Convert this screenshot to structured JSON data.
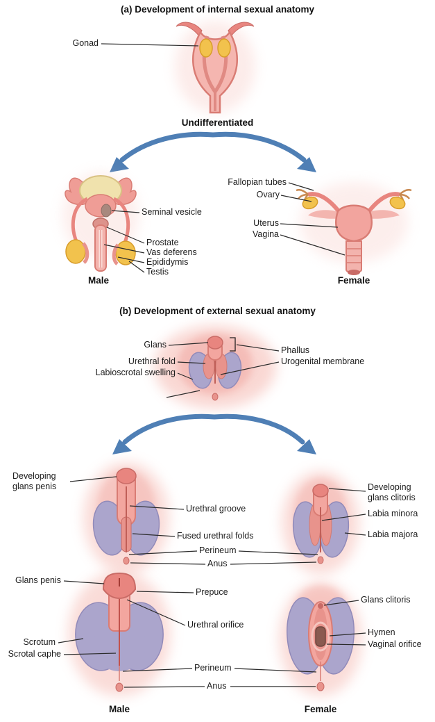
{
  "section_a": {
    "title": "(a) Development of internal sexual anatomy",
    "undifferentiated": {
      "gonad": "Gonad",
      "caption": "Undifferentiated"
    },
    "male": {
      "seminal_vesicle": "Seminal vesicle",
      "prostate": "Prostate",
      "vas_deferens": "Vas deferens",
      "epididymis": "Epididymis",
      "testis": "Testis",
      "caption": "Male"
    },
    "female": {
      "fallopian_tubes": "Fallopian tubes",
      "ovary": "Ovary",
      "uterus": "Uterus",
      "vagina": "Vagina",
      "caption": "Female"
    }
  },
  "section_b": {
    "title": "(b) Development of external sexual anatomy",
    "undifferentiated": {
      "glans": "Glans",
      "urethral_fold": "Urethral fold",
      "labioscrotal_swelling": "Labioscrotal swelling",
      "phallus": "Phallus",
      "urogenital_membrane": "Urogenital membrane"
    },
    "developing": {
      "male_glans": "Developing glans penis",
      "urethral_groove": "Urethral groove",
      "fused_urethral_folds": "Fused urethral folds",
      "perineum": "Perineum",
      "anus": "Anus",
      "female_glans": "Developing glans clitoris",
      "labia_minora": "Labia minora",
      "labia_majora": "Labia majora"
    },
    "mature": {
      "glans_penis": "Glans penis",
      "prepuce": "Prepuce",
      "urethral_orifice": "Urethral orifice",
      "scrotum": "Scrotum",
      "scrotal_caphe": "Scrotal caphe",
      "perineum": "Perineum",
      "anus": "Anus",
      "glans_clitoris": "Glans clitoris",
      "hymen": "Hymen",
      "vaginal_orifice": "Vaginal orifice",
      "male_caption": "Male",
      "female_caption": "Female"
    }
  },
  "colors": {
    "arrow_blue": "#4f7fb5",
    "skin_pink": "#f3a69f",
    "deep_pink": "#e8857f",
    "gonad_yellow": "#f2c24d",
    "fold_purple": "#aba5cc",
    "leader_line": "#2b2b2b"
  }
}
